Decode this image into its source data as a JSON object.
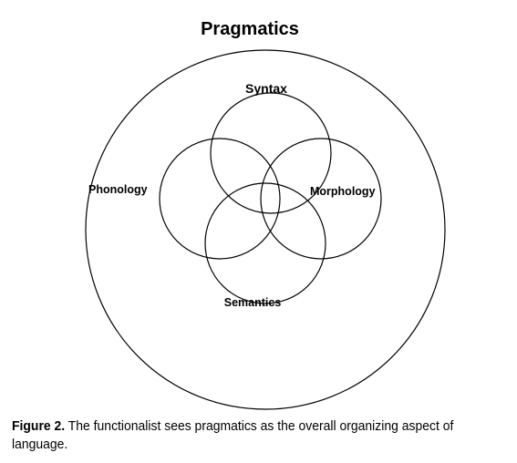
{
  "diagram": {
    "outer_label": "Pragmatics",
    "labels": {
      "syntax": "Syntax",
      "phonology": "Phonology",
      "morphology": "Morphology",
      "semantics": "Semantics"
    }
  },
  "caption": {
    "label": "Figure 2.",
    "text": " The functionalist sees pragmatics as the overall organizing aspect of language."
  }
}
